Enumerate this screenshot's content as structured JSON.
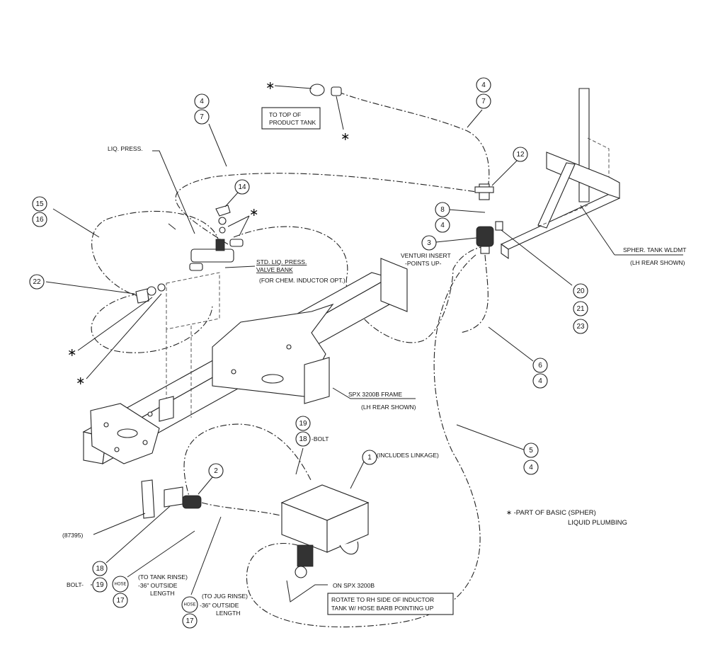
{
  "callouts": [
    {
      "id": "c14",
      "text": "14"
    },
    {
      "id": "c12",
      "text": "12"
    },
    {
      "id": "c4a",
      "text": "4"
    },
    {
      "id": "c7a",
      "text": "7"
    },
    {
      "id": "c4b",
      "text": "4"
    },
    {
      "id": "c7b",
      "text": "7"
    },
    {
      "id": "c15",
      "text": "15"
    },
    {
      "id": "c16",
      "text": "16"
    },
    {
      "id": "c8",
      "text": "8"
    },
    {
      "id": "c4c",
      "text": "4"
    },
    {
      "id": "c3",
      "text": "3"
    },
    {
      "id": "c22",
      "text": "22"
    },
    {
      "id": "c20",
      "text": "20"
    },
    {
      "id": "c21",
      "text": "21"
    },
    {
      "id": "c23",
      "text": "23"
    },
    {
      "id": "c6",
      "text": "6"
    },
    {
      "id": "c4d",
      "text": "4"
    },
    {
      "id": "c5",
      "text": "5"
    },
    {
      "id": "c4e",
      "text": "4"
    },
    {
      "id": "c19a",
      "text": "19"
    },
    {
      "id": "c18a",
      "text": "18"
    },
    {
      "id": "c1",
      "text": "1"
    },
    {
      "id": "c2",
      "text": "2"
    },
    {
      "id": "c18b",
      "text": "18"
    },
    {
      "id": "c19b",
      "text": "19"
    },
    {
      "id": "c17a",
      "text": "17"
    },
    {
      "id": "c17b",
      "text": "17"
    },
    {
      "id": "cHoseA",
      "text": "HOSE"
    },
    {
      "id": "cHoseB",
      "text": "HOSE"
    }
  ],
  "labels": {
    "liq_press": "LIQ. PRESS.",
    "to_top_1": "TO TOP OF",
    "to_top_2": "PRODUCT TANK",
    "std_valve_1": "STD. LIQ. PRESS.",
    "std_valve_2": "VALVE BANK",
    "for_chem": "(FOR CHEM. INDUCTOR OPT.)",
    "venturi_1": "VENTURI INSERT",
    "venturi_2": "-POINTS UP-",
    "spher_tank": "SPHER. TANK WLDMT",
    "spher_lh": "(LH REAR SHOWN)",
    "frame_1": "SPX 3200B FRAME",
    "frame_2": "(LH REAR SHOWN)",
    "bolt_18": "-BOLT",
    "includes_linkage": "(INCLUDES LINKAGE)",
    "part_87395": "(87395)",
    "bolt_19": "BOLT-",
    "tank_rinse_1": "(TO TANK RINSE)",
    "tank_rinse_2": "-36\" OUTSIDE",
    "tank_rinse_3": "LENGTH",
    "jug_rinse_1": "(TO JUG RINSE)",
    "jug_rinse_2": "-36\" OUTSIDE",
    "jug_rinse_3": "LENGTH",
    "on_spx": "ON SPX 3200B",
    "rotate_1": "ROTATE TO RH SIDE OF INDUCTOR",
    "rotate_2": "TANK W/ HOSE BARB POINTING UP",
    "basic_1": "∗ -PART OF BASIC (SPHER)",
    "basic_2": "LIQUID PLUMBING",
    "star": "∗"
  }
}
